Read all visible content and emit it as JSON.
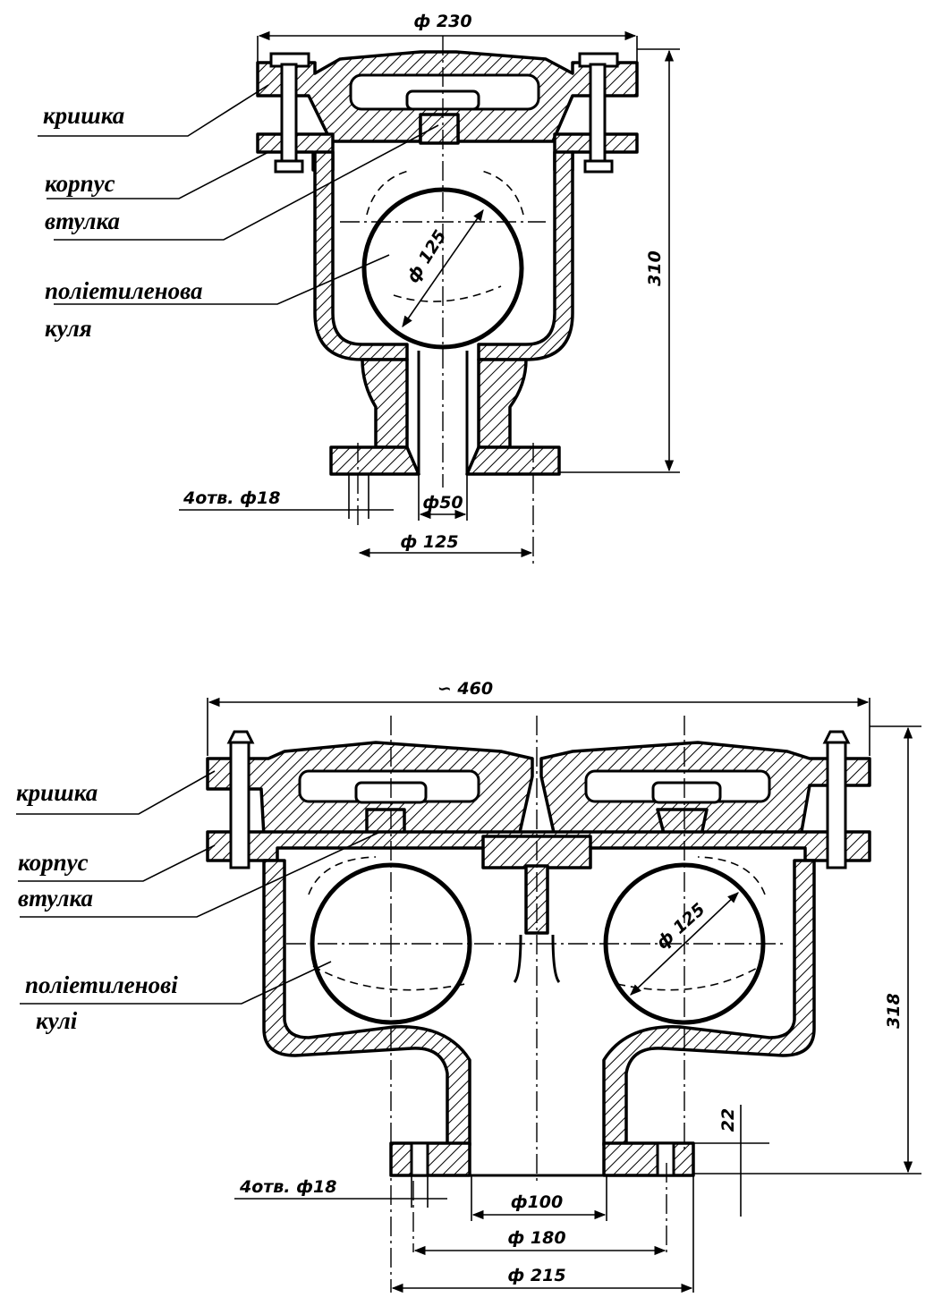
{
  "top_drawing": {
    "labels": {
      "cover": "кришка",
      "body": "корпус",
      "bushing": "втулка",
      "ball_line1": "поліетиленова",
      "ball_line2": "куля"
    },
    "dims": {
      "flange_width": "ф 230",
      "height": "310",
      "ball_diameter": "ф 125",
      "holes": "4отв. ф18",
      "bore": "ф50",
      "bolt_circle": "ф 125"
    }
  },
  "bottom_drawing": {
    "labels": {
      "cover": "кришка",
      "body": "корпус",
      "bushing": "втулка",
      "balls_line1": "поліетиленові",
      "balls_line2": "кулі"
    },
    "dims": {
      "overall_width": "∽ 460",
      "height": "318",
      "ball_diameter": "ф 125",
      "flange_thickness": "22",
      "holes": "4отв. ф18",
      "bore": "ф100",
      "bolt_circle": "ф 180",
      "flange_diameter": "ф 215"
    }
  }
}
